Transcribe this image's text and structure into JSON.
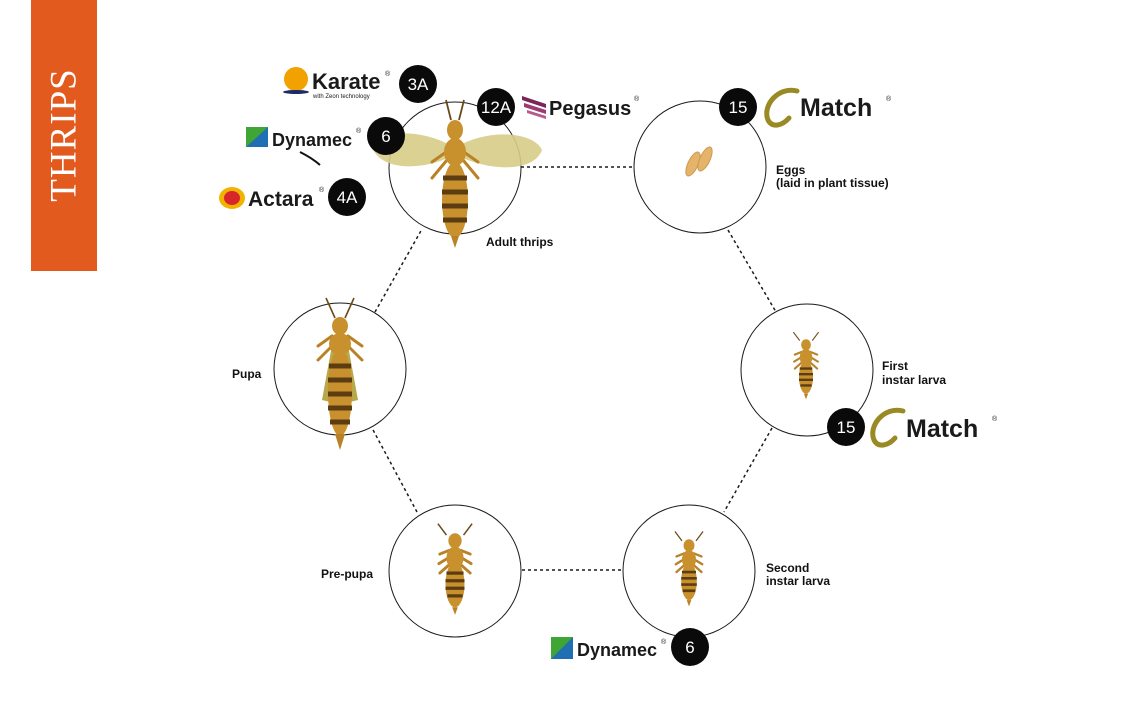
{
  "title": "THRIPS",
  "stages": {
    "adult": "Adult thrips",
    "eggs_line1": "Eggs",
    "eggs_line2": "(laid in plant tissue)",
    "first_line1": "First",
    "first_line2": "instar larva",
    "second_line1": "Second",
    "second_line2": "instar larva",
    "prepupa": "Pre-pupa",
    "pupa": "Pupa"
  },
  "products": {
    "karate": {
      "name": "Karate",
      "tagline": "with Zeon technology",
      "group": "3A"
    },
    "dynamec_top": {
      "name": "Dynamec",
      "group": "6"
    },
    "actara": {
      "name": "Actara",
      "group": "4A"
    },
    "pegasus": {
      "name": "Pegasus",
      "group": "12A"
    },
    "match_eggs": {
      "name": "Match",
      "group": "15"
    },
    "match_larva": {
      "name": "Match",
      "group": "15"
    },
    "dynamec_bottom": {
      "name": "Dynamec",
      "group": "6"
    }
  },
  "registered_mark": "®",
  "colors": {
    "tab": "#e35a1e",
    "badge": "#0a0a0a",
    "insect_body": "#c9902e",
    "insect_band": "#5c3d12",
    "wing": "#d7cc86",
    "karate_sun": "#f2a200",
    "pegasus": "#7a2458",
    "match_swoosh": "#9a8a24",
    "dynamec_green": "#3fa535",
    "dynamec_blue": "#1f6fb2",
    "actara_red": "#d6262a"
  },
  "icons": [
    "karate-logo",
    "dynamec-logo",
    "actara-logo",
    "pegasus-logo",
    "match-logo",
    "thrips-insect",
    "egg-icon"
  ]
}
